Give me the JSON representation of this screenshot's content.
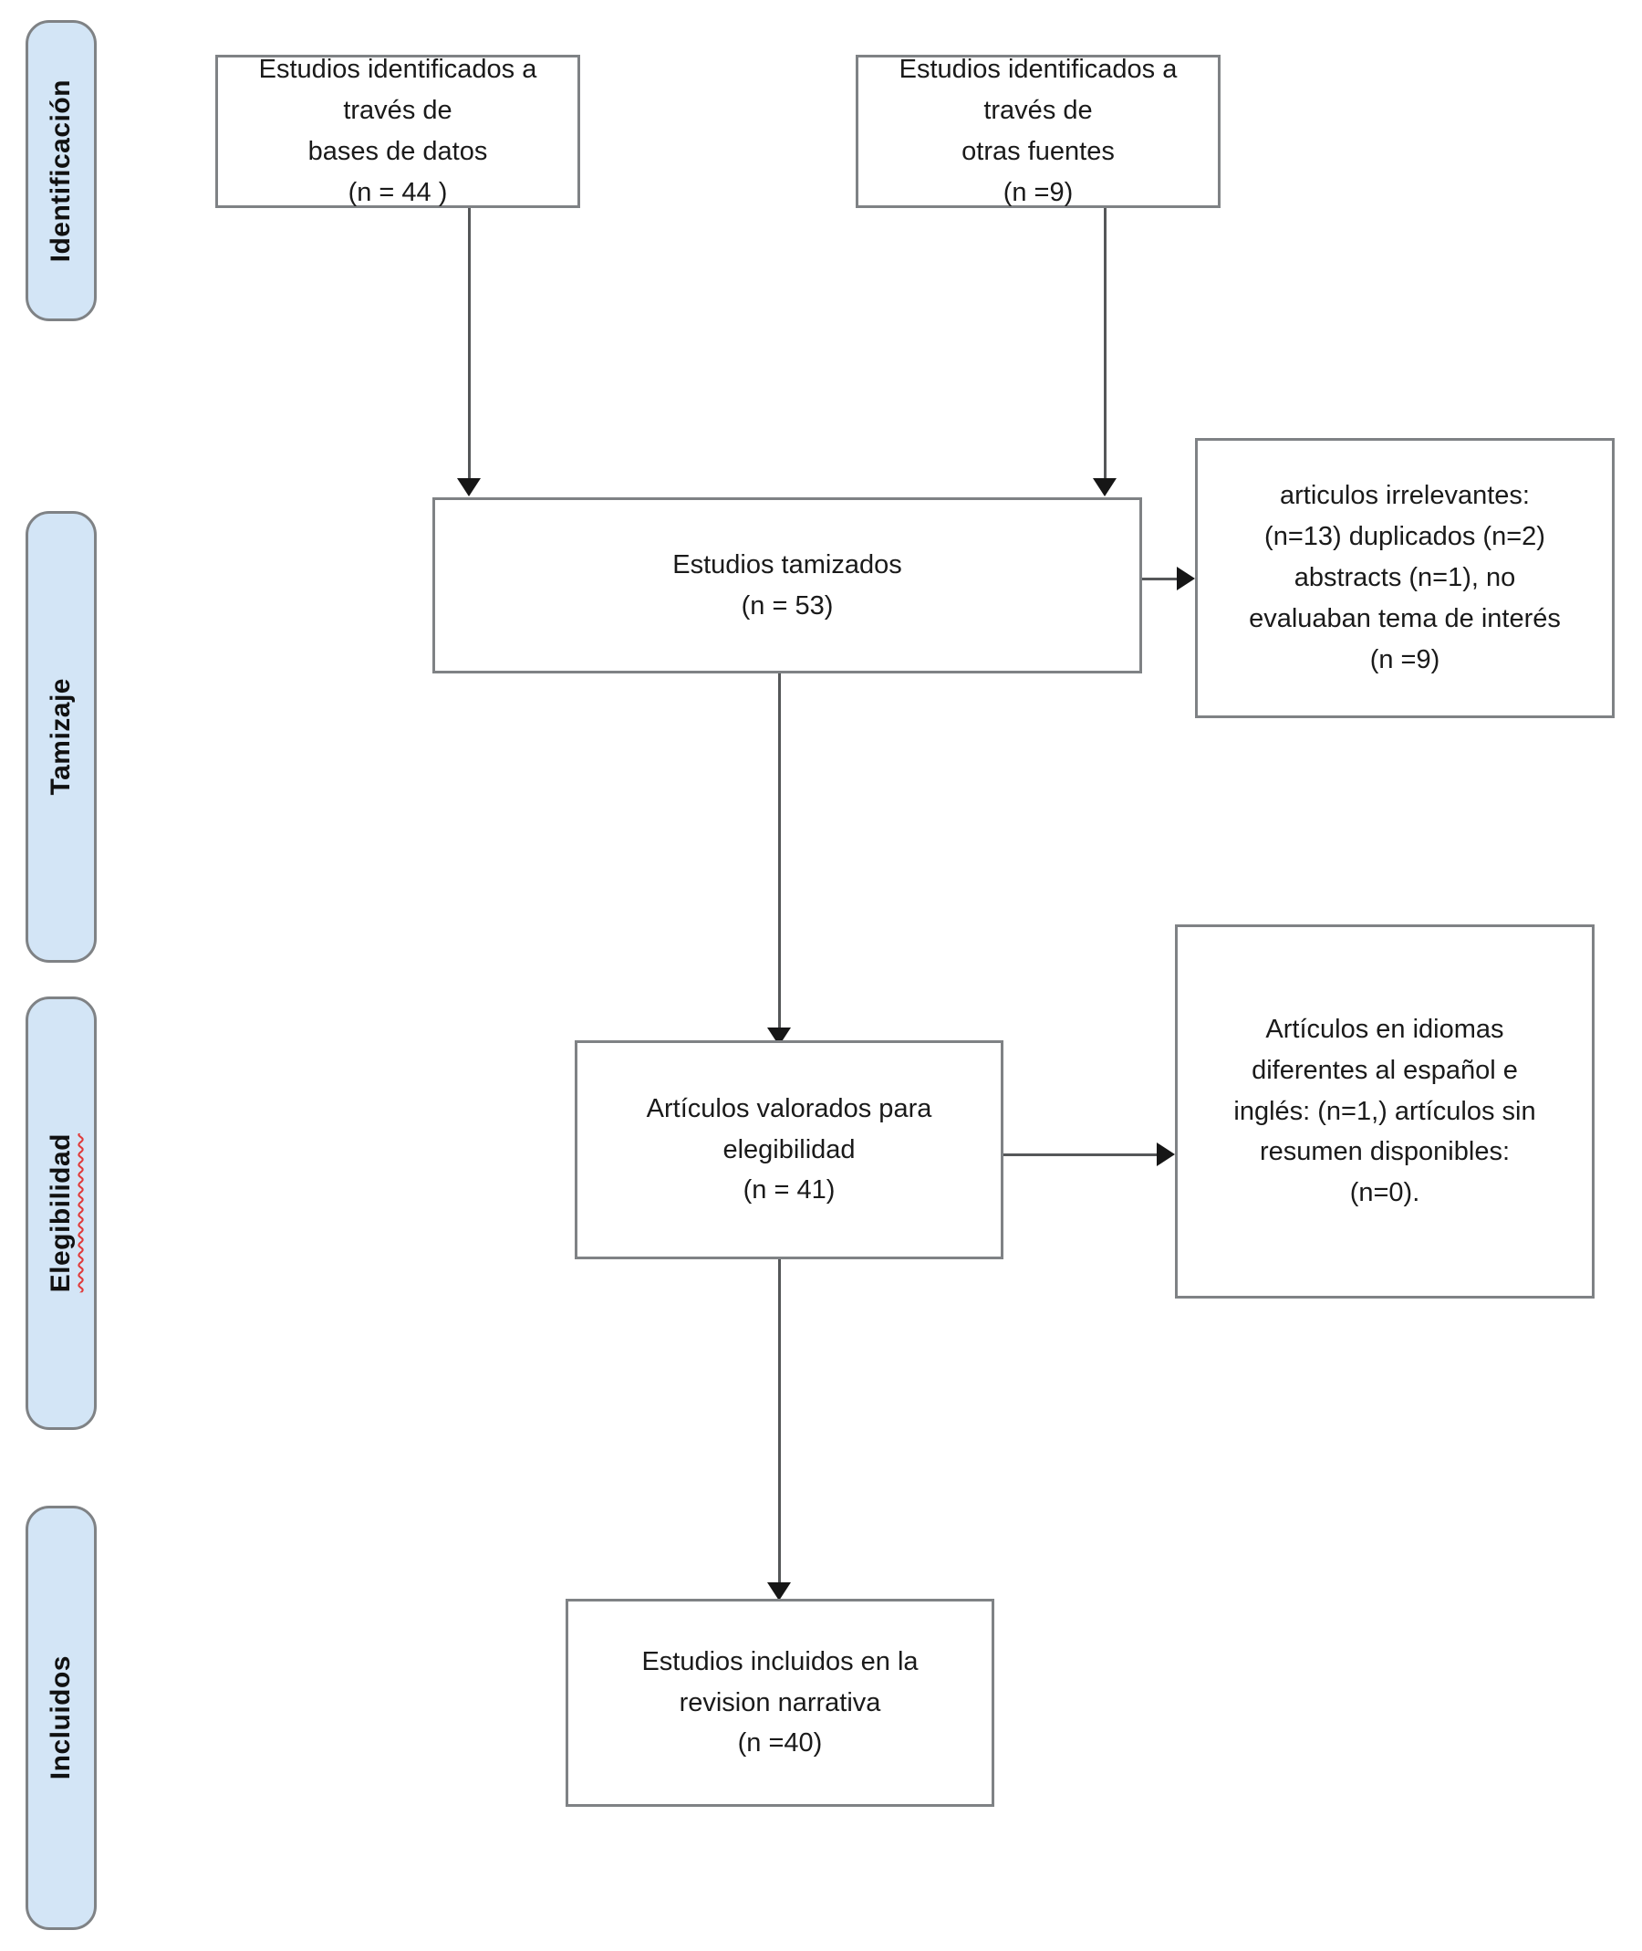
{
  "diagram": {
    "type": "prisma-flow-diagram",
    "language": "es",
    "colors": {
      "stage_tab_fill": "#d3e5f6",
      "stage_tab_border": "#7f8285",
      "box_fill": "#ffffff",
      "box_border": "#7f8285",
      "connector": "#555759",
      "arrow_head": "#161616",
      "text": "#1a1a1a",
      "spellcheck_underline": "#e03a3a"
    },
    "stages": [
      {
        "id": "identificacion",
        "label": "Identificación",
        "misspelled": false
      },
      {
        "id": "tamizaje",
        "label": "Tamizaje",
        "misspelled": false
      },
      {
        "id": "elegibilidad",
        "label": "Elegibilidad",
        "misspelled": true
      },
      {
        "id": "incluidos",
        "label": "Incluidos",
        "misspelled": false
      }
    ],
    "boxes": [
      {
        "id": "identified-databases",
        "text": "Estudios identificados a través de\nbases de datos\n(n = 44 )",
        "n": 44
      },
      {
        "id": "identified-other-sources",
        "text": "Estudios identificados a través de\notras fuentes\n(n =9)",
        "n": 9
      },
      {
        "id": "screened",
        "text": "Estudios tamizados\n(n = 53)",
        "n": 53
      },
      {
        "id": "irrelevant-excluded",
        "text": "articulos irrelevantes:\n(n=13) duplicados (n=2)\nabstracts (n=1), no\nevaluaban tema de interés\n(n =9)",
        "n": 13
      },
      {
        "id": "assessed-eligibility",
        "text": "Artículos valorados para\nelegibilidad\n(n = 41)",
        "n": 41
      },
      {
        "id": "language-excluded",
        "text": "Artículos en idiomas\ndiferentes al español e\ninglés: (n=1,) artículos sin\nresumen disponibles:\n(n=0).",
        "n": 1
      },
      {
        "id": "included-narrative-review",
        "text": "Estudios incluidos en la\nrevision narrativa\n(n =40)",
        "n": 40
      }
    ]
  }
}
